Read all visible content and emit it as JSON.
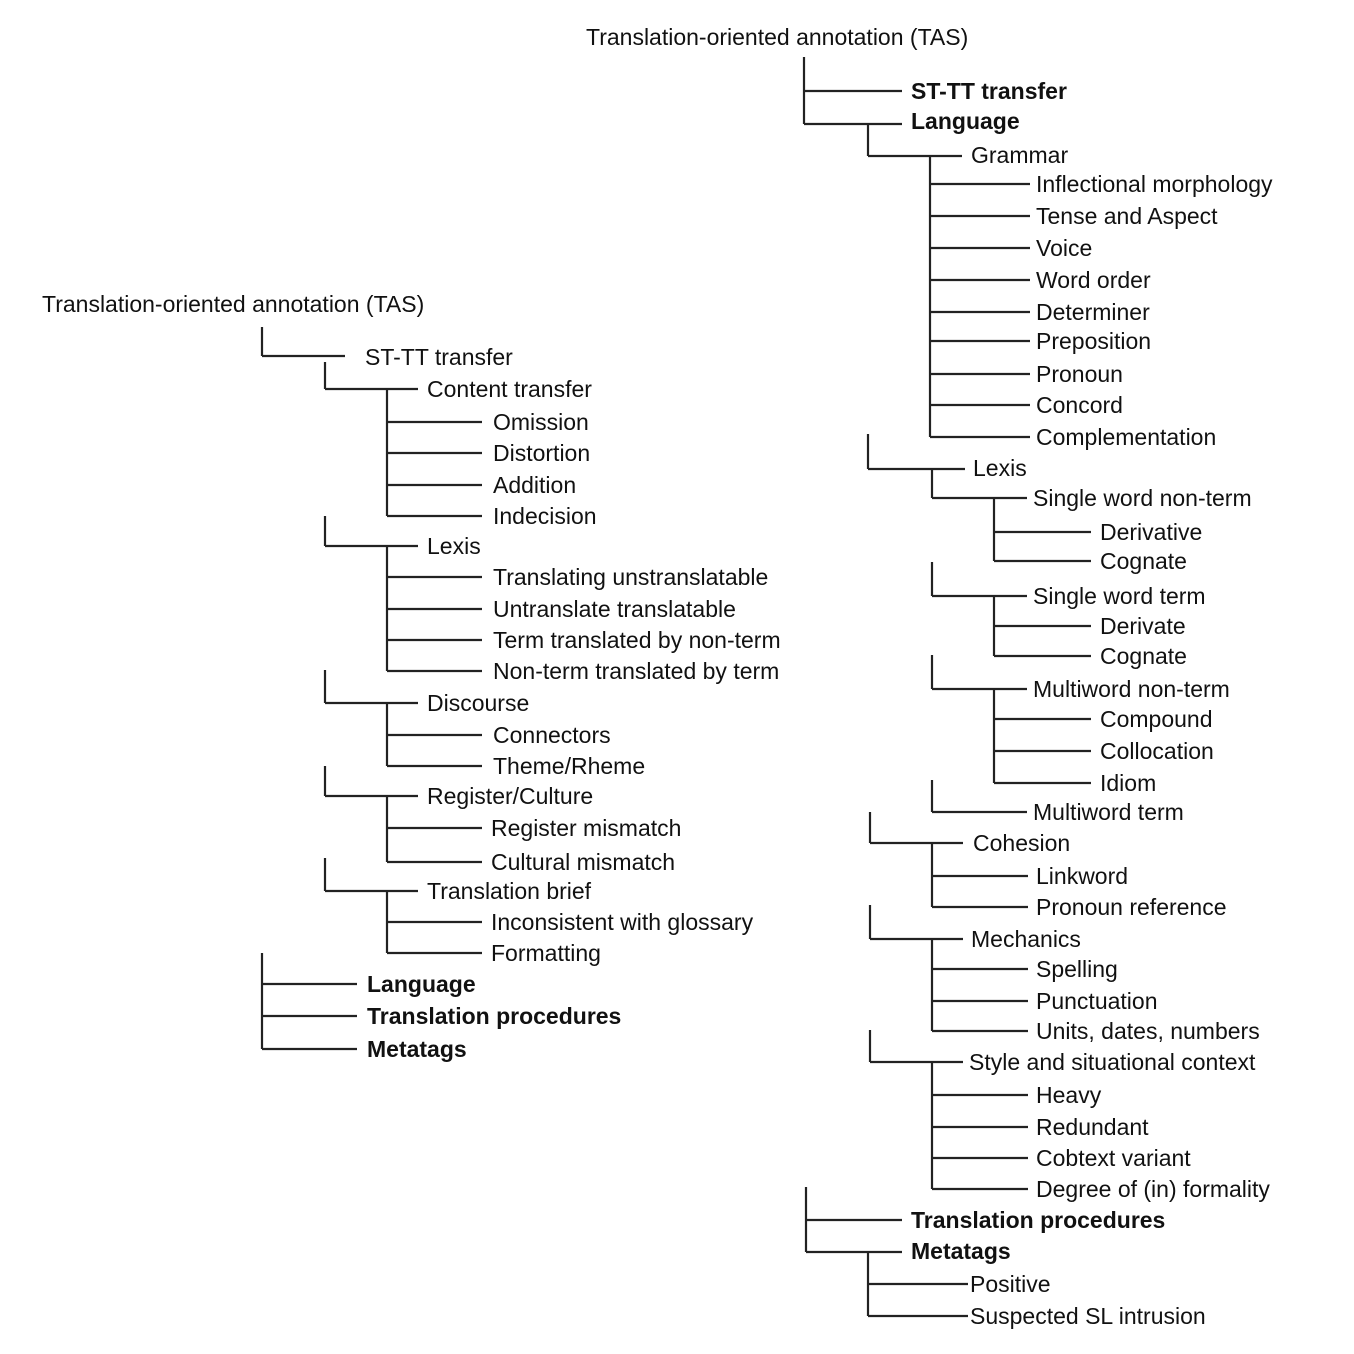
{
  "diagram": {
    "type": "taxonomy-tree",
    "line_color": "#222222",
    "text_color": "#111111",
    "left_tree": {
      "root": "Translation-oriented annotation (TAS)",
      "children": [
        {
          "label": "ST-TT transfer",
          "bold": false,
          "children": [
            {
              "label": "Content transfer",
              "children": [
                {
                  "label": "Omission"
                },
                {
                  "label": "Distortion"
                },
                {
                  "label": "Addition"
                },
                {
                  "label": "Indecision"
                }
              ]
            },
            {
              "label": "Lexis",
              "children": [
                {
                  "label": "Translating unstranslatable"
                },
                {
                  "label": "Untranslate translatable"
                },
                {
                  "label": "Term translated by non-term"
                },
                {
                  "label": "Non-term translated by term"
                }
              ]
            },
            {
              "label": "Discourse",
              "children": [
                {
                  "label": "Connectors"
                },
                {
                  "label": "Theme/Rheme"
                }
              ]
            },
            {
              "label": "Register/Culture",
              "children": [
                {
                  "label": "Register mismatch"
                },
                {
                  "label": "Cultural mismatch"
                }
              ]
            },
            {
              "label": "Translation brief",
              "children": [
                {
                  "label": "Inconsistent with glossary"
                },
                {
                  "label": "Formatting"
                }
              ]
            }
          ]
        },
        {
          "label": "Language",
          "bold": true
        },
        {
          "label": "Translation procedures",
          "bold": true
        },
        {
          "label": "Metatags",
          "bold": true
        }
      ]
    },
    "right_tree": {
      "root": "Translation-oriented annotation (TAS)",
      "children": [
        {
          "label": "ST-TT transfer",
          "bold": true
        },
        {
          "label": "Language",
          "bold": true,
          "children": [
            {
              "label": "Grammar",
              "children": [
                {
                  "label": "Inflectional morphology"
                },
                {
                  "label": "Tense and Aspect"
                },
                {
                  "label": "Voice"
                },
                {
                  "label": "Word order"
                },
                {
                  "label": "Determiner"
                },
                {
                  "label": "Preposition"
                },
                {
                  "label": "Pronoun"
                },
                {
                  "label": "Concord"
                },
                {
                  "label": "Complementation"
                }
              ]
            },
            {
              "label": "Lexis",
              "children": [
                {
                  "label": "Single word non-term",
                  "children": [
                    {
                      "label": "Derivative"
                    },
                    {
                      "label": "Cognate"
                    }
                  ]
                },
                {
                  "label": "Single word term",
                  "children": [
                    {
                      "label": "Derivate"
                    },
                    {
                      "label": "Cognate"
                    }
                  ]
                },
                {
                  "label": "Multiword non-term",
                  "children": [
                    {
                      "label": "Compound"
                    },
                    {
                      "label": "Collocation"
                    },
                    {
                      "label": "Idiom"
                    }
                  ]
                },
                {
                  "label": "Multiword term"
                }
              ]
            },
            {
              "label": "Cohesion",
              "children": [
                {
                  "label": "Linkword"
                },
                {
                  "label": "Pronoun reference"
                }
              ]
            },
            {
              "label": "Mechanics",
              "children": [
                {
                  "label": "Spelling"
                },
                {
                  "label": "Punctuation"
                },
                {
                  "label": "Units, dates, numbers"
                }
              ]
            },
            {
              "label": "Style and situational context",
              "children": [
                {
                  "label": "Heavy"
                },
                {
                  "label": "Redundant"
                },
                {
                  "label": "Cobtext variant"
                },
                {
                  "label": "Degree of (in) formality"
                }
              ]
            }
          ]
        },
        {
          "label": "Translation procedures",
          "bold": true
        },
        {
          "label": "Metatags",
          "bold": true,
          "children": [
            {
              "label": "Positive"
            },
            {
              "label": "Suspected SL intrusion"
            }
          ]
        }
      ]
    }
  }
}
